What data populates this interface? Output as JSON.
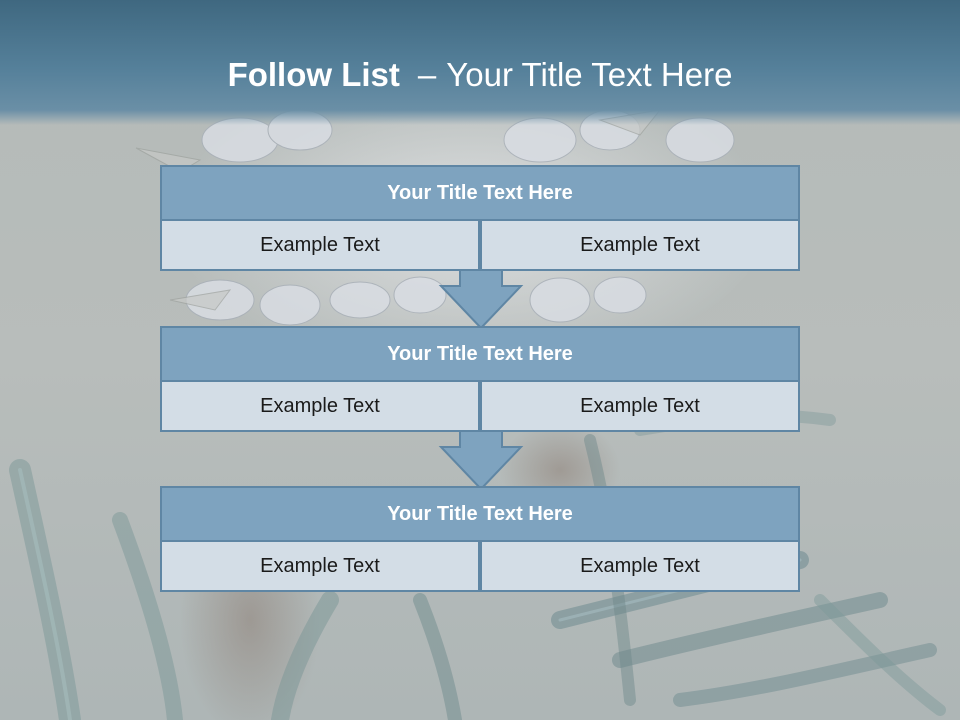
{
  "slide": {
    "title_bold": "Follow List",
    "title_separator": "–",
    "title_rest": "Your Title Text Here"
  },
  "blocks": [
    {
      "title": "Your Title Text Here",
      "left": "Example Text",
      "right": "Example Text"
    },
    {
      "title": "Your Title Text Here",
      "left": "Example Text",
      "right": "Example Text"
    },
    {
      "title": "Your Title Text Here",
      "left": "Example Text",
      "right": "Example Text"
    }
  ],
  "colors": {
    "header": "#4d7892",
    "block_title_fill": "#7ea3bf",
    "block_cell_fill": "#d3dde6",
    "border": "#5f86a4",
    "arrow_fill": "#7ea3bf"
  }
}
